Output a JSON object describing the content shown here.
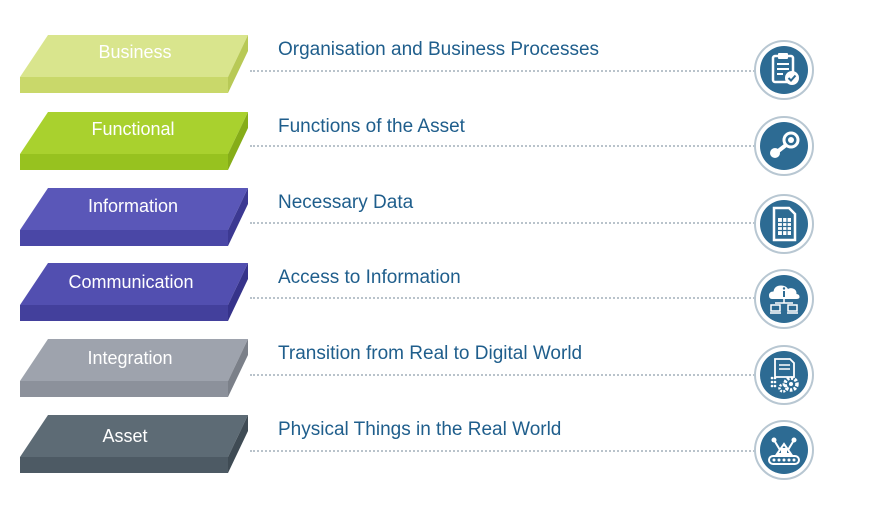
{
  "layers": [
    {
      "label": "Business",
      "description": "Organisation and Business Processes",
      "icon": "clipboard-check-icon",
      "colors": {
        "top": "#d9e58d",
        "front": "#c9d86a",
        "side": "#b8c956"
      }
    },
    {
      "label": "Functional",
      "description": "Functions of the Asset",
      "icon": "steam-linkage-icon",
      "colors": {
        "top": "#a9d12e",
        "front": "#97c21f",
        "side": "#86ad18"
      }
    },
    {
      "label": "Information",
      "description": "Necessary Data",
      "icon": "spreadsheet-icon",
      "colors": {
        "top": "#5a57b8",
        "front": "#4a47a6",
        "side": "#3c3992"
      }
    },
    {
      "label": "Communication",
      "description": "Access to Information",
      "icon": "cloud-info-network-icon",
      "colors": {
        "top": "#524fb0",
        "front": "#43409c",
        "side": "#36338a"
      }
    },
    {
      "label": "Integration",
      "description": "Transition from Real to Digital World",
      "icon": "binary-gears-icon",
      "colors": {
        "top": "#9ea3ad",
        "front": "#8c919b",
        "side": "#7b8089"
      }
    },
    {
      "label": "Asset",
      "description": "Physical Things in the Real World",
      "icon": "robot-conveyor-icon",
      "colors": {
        "top": "#5d6b75",
        "front": "#4d5a64",
        "side": "#3f4b54"
      }
    }
  ]
}
